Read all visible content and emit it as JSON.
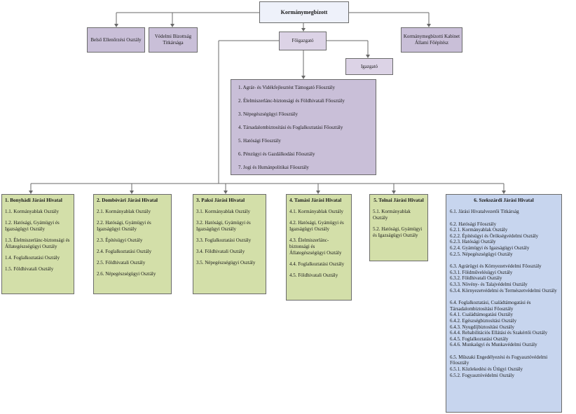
{
  "top": "Kormánymegbízott",
  "left_boxes": [
    "Belső Ellenőrzési Osztály",
    "Védelmi Bizottság Titkársága"
  ],
  "right_box": "Kormánymegbízotti Kabinet Állami Főépítész",
  "foigazgato": "Főigazgató",
  "igazgato": "Igazgató",
  "foosztalyok": [
    "1. Agrár- és Vidékfejlesztést Támogató Főosztály",
    "2. Élelmiszerlánc-biztonsági és Földhivatali Főosztály",
    "3. Népegészségügyi Főosztály",
    "4. Társadalombiztosítási és Foglalkoztatási Főosztály",
    "5. Hatósági Főosztály",
    "6. Pénzügyi és Gazdálkodási Főosztály",
    "7. Jogi és Humánpolitikai Főosztály"
  ],
  "offices": [
    {
      "title": "1. Bonyhádi Járási Hivatal",
      "items": [
        "1.1. Kormányablak Osztály",
        "1.2. Hatósági, Gyámügyi és Igazságügyi Osztály",
        "1.3. Élelmiszerlánc-biztonsági és Állategészségügyi Osztály",
        "1.4. Foglalkoztatási Osztály",
        "1.5. Földhivatali Osztály"
      ]
    },
    {
      "title": "2. Dombóvári Járási Hivatal",
      "items": [
        "2.1. Kormányablak Osztály",
        "2.2. Hatósági, Gyámügyi és Igazságügyi Osztály",
        "2.3. Építésügyi Osztály",
        "2.4. Foglalkoztatási Osztály",
        "2.5. Földhivatali Osztály",
        "2.6. Népegészségügyi Osztály"
      ]
    },
    {
      "title": "3. Paksi Járási Hivatal",
      "items": [
        "3.1. Kormányablak Osztály",
        "3.2. Hatósági, Gyámügyi és Igazságügyi Osztály",
        "3.3. Foglalkoztatási Osztály",
        "3.4. Földhivatali Osztály",
        "3.5. Népegészségügyi Osztály"
      ]
    },
    {
      "title": "4. Tamási Járási Hivatal",
      "items": [
        "4.1. Kormányablak Osztály",
        "4.2. Hatósági, Gyámügyi és Igazságügyi Osztály",
        "4.3. Élelmiszerlánc-biztonsági és Állategészségügyi Osztály",
        "4.4. Foglalkoztatási Osztály",
        "4.5. Földhivatali Osztály"
      ]
    },
    {
      "title": "5. Tolnai Járási Hivatal",
      "items": [
        "5.1. Kormányablak Osztály",
        "5.2. Hatósági, Gyámügyi és Igazságügyi Osztály"
      ]
    }
  ],
  "szekszard": {
    "title": "6. Szekszárdi Járási Hivatal",
    "groups": [
      [
        "6.1. Járási Hivatalvezetői Titkárság"
      ],
      [
        "6.2. Hatósági Főosztály",
        "6.2.1. Kormányablak Osztály",
        "6.2.2. Építésügyi és Örökségvédelmi Osztály",
        "6.2.3. Hatósági Osztály",
        "6.2.4. Gyámügyi és Igazságügyi Osztály",
        "6.2.5. Népegészségügyi Osztály"
      ],
      [
        "6.3. Agrárügyi és Környezetvédelmi Főosztály",
        "6.3.1. Földművelésügyi Osztály",
        "6.3.2. Földhivatali Osztály",
        "6.3.3. Növény- és Talajvédelmi Osztály",
        "6.3.4. Környezetvédelmi és Természetvédelmi Osztály"
      ],
      [
        "6.4. Foglalkoztatási, Családtámogatási és Társadalombiztosítási Főosztály",
        "6.4.1. Családtámogatási Osztály",
        "6.4.2. Egészségbiztosítási Osztály",
        "6.4.3. Nyugdíjbiztosítási Osztály",
        "6.4.4. Rehabilitációs Ellátási és Szakértői Osztály",
        "6.4.5. Foglalkoztatási Osztály",
        "6.4.6. Munkaügyi és Munkavédelmi Osztály"
      ],
      [
        "6.5. Műszaki Engedélyezési és Fogyasztóvédelmi Főosztály",
        "6.5.1. Közlekedési és Útügyi Osztály",
        "6.5.2. Fogyasztóvédelmi Osztály"
      ]
    ]
  }
}
